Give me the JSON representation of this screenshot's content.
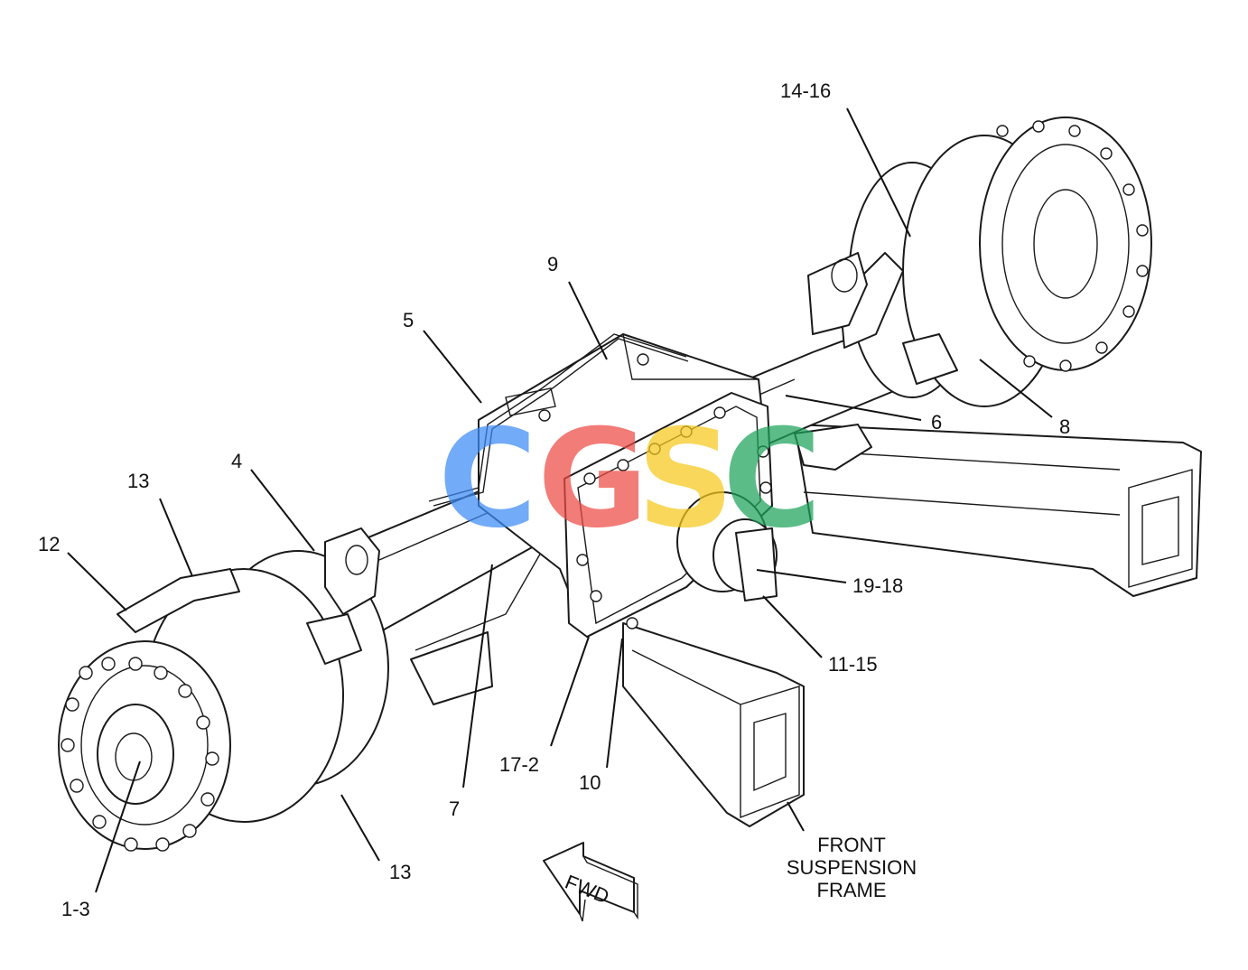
{
  "callouts": {
    "c_14_16": "14-16",
    "c_9": "9",
    "c_5": "5",
    "c_6": "6",
    "c_8": "8",
    "c_4": "4",
    "c_13_top": "13",
    "c_12": "12",
    "c_19_18": "19-18",
    "c_11_15": "11-15",
    "c_17_2": "17-2",
    "c_10": "10",
    "c_7": "7",
    "c_13_bottom": "13",
    "c_1_3": "1-3"
  },
  "frame_label": {
    "line1": "FRONT",
    "line2": "SUSPENSION",
    "line3": "FRAME"
  },
  "fwd_arrow": {
    "text": "FWD"
  },
  "watermark": {
    "letters": [
      "C",
      "G",
      "S",
      "C"
    ],
    "colors": [
      "#3d8bf5",
      "#ee4b44",
      "#f6c81c",
      "#1ea35a"
    ]
  }
}
